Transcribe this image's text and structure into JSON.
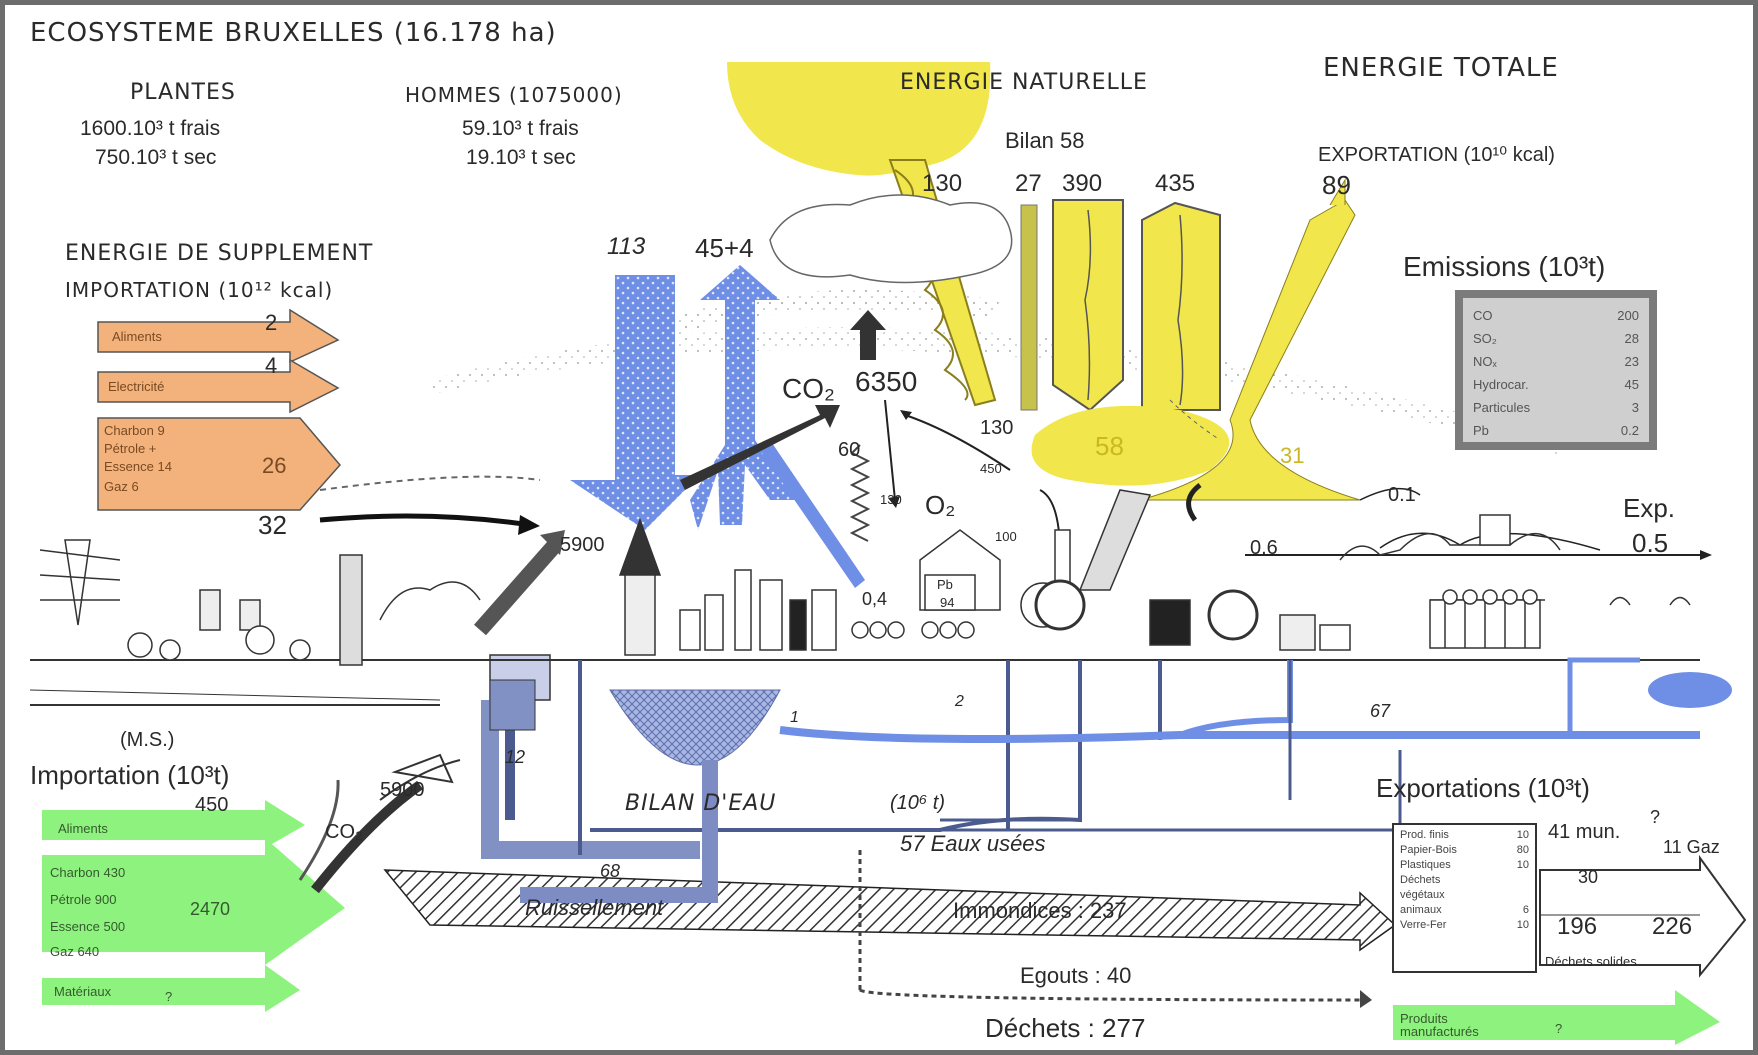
{
  "title": "ECOSYSTEME BRUXELLES (16.178 ha)",
  "plants": {
    "label": "PLANTES",
    "fresh": "1600.10³ t  frais",
    "dry": "750.10³ t  sec"
  },
  "humans": {
    "label": "HOMMES (1075000)",
    "fresh": "59.10³ t  frais",
    "dry": "19.10³ t  sec"
  },
  "natural_energy": {
    "label": "ENERGIE NATURELLE",
    "balance": "Bilan 58",
    "values": [
      "130",
      "27",
      "390",
      "435"
    ],
    "bottom": "130",
    "pool": "58",
    "pool2": "31"
  },
  "total_energy": {
    "label": "ENERGIE TOTALE",
    "export_label": "EXPORTATION (10¹⁰ kcal)",
    "export_value": "89"
  },
  "supplement": {
    "line1": "ENERGIE DE SUPPLEMENT",
    "line2": "IMPORTATION (10¹² kcal)",
    "items": [
      {
        "label": "Aliments",
        "value": "2"
      },
      {
        "label": "Electricité",
        "value": "4"
      }
    ],
    "fuel": {
      "lines": [
        "Charbon  9",
        "Pétrole +",
        "Essence  14",
        "Gaz  6"
      ],
      "value": "26"
    },
    "total": "32"
  },
  "flows": {
    "down": "113",
    "up": "45+4",
    "co2": "CO₂",
    "co2_value": "6350",
    "city": "5900",
    "v60": "60",
    "v130": "130",
    "o2": "O₂",
    "v450": "450",
    "v100": "100",
    "pb": "Pb",
    "pb_value": "94",
    "v04": "0,4",
    "v01": "0.1",
    "v06": "0.6",
    "exp": "Exp.",
    "exp_value": "0.5"
  },
  "emissions": {
    "title": "Emissions (10³t)",
    "rows": [
      {
        "name": "CO",
        "value": "200"
      },
      {
        "name": "SO₂",
        "value": "28"
      },
      {
        "name": "NOₓ",
        "value": "23"
      },
      {
        "name": "Hydrocar.",
        "value": "45"
      },
      {
        "name": "Particules",
        "value": "3"
      },
      {
        "name": "Pb",
        "value": "0.2"
      }
    ]
  },
  "water": {
    "label": "BILAN D'EAU",
    "unit": "(10⁶ t)",
    "waste": "57  Eaux usées",
    "runoff": "Ruissellement",
    "v12": "12",
    "v68": "68",
    "v1": "1",
    "v2": "2",
    "v67": "67"
  },
  "import_ms": {
    "ms": "(M.S.)",
    "label": "Importation (10³t)",
    "food": {
      "label": "Aliments",
      "value": "450"
    },
    "fuel": {
      "lines": [
        "Charbon  430",
        "Pétrole  900",
        "Essence  500",
        "Gaz  640"
      ],
      "value": "2470"
    },
    "materials": {
      "label": "Matériaux",
      "value": "?"
    },
    "co2": "CO₂",
    "co2_value": "5900"
  },
  "waste": {
    "refuse": "Immondices : 237",
    "sewers": "Egouts : 40",
    "total": "Déchets : 277"
  },
  "exports": {
    "title": "Exportations (10³t)",
    "rows": [
      {
        "name": "Prod. finis",
        "value": "10"
      },
      {
        "name": "Papier-Bois",
        "value": "80"
      },
      {
        "name": "Plastiques",
        "value": "10"
      },
      {
        "name": "Déchets",
        "value": ""
      },
      {
        "name": "végétaux",
        "value": ""
      },
      {
        "name": "animaux",
        "value": "6"
      },
      {
        "name": "Verre-Fer",
        "value": "10"
      }
    ],
    "mun": "41 mun.",
    "gaz": "11 Gaz",
    "q": "?",
    "v30": "30",
    "solid_left": "196",
    "solid_right": "226",
    "solid_label": "Déchets solides",
    "products": "Produits manufacturés",
    "products_value": "?"
  },
  "colors": {
    "sun": "#f1e64c",
    "blue": "#6f8fe6",
    "orange": "#f3b27b",
    "green": "#8ef27e",
    "gray": "#8a8a8a"
  }
}
